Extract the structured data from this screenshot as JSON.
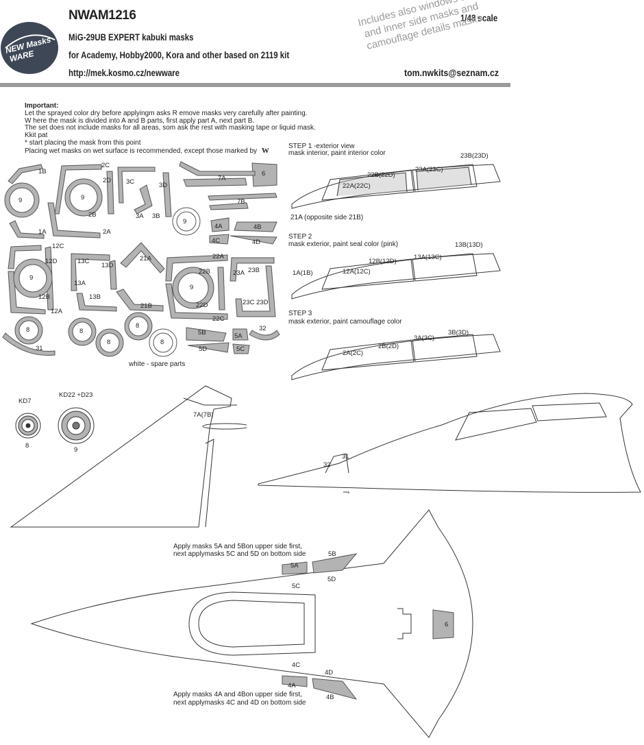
{
  "header": {
    "code": "NWAM1216",
    "title": "MiG-29UB EXPERT kabuki masks",
    "compat": "for Academy, Hobby2000, Kora and other based on 2119 kit",
    "url": "http://mek.kosmo.cz/newware",
    "scale": "1/48 scale",
    "email": "tom.nwkits@seznam.cz",
    "stamp_lines": [
      "Includes also windows seal",
      "and inner side masks and",
      "camouflage details masks"
    ],
    "logo_lines": [
      "NEW Masks",
      "WARE"
    ]
  },
  "notes": {
    "title": "Important:",
    "lines": [
      "Let the sprayed color dry before applyingm asks R emove masks very carefully after painting.",
      "W here the mask is divided into A and B parts, first apply part A, next part B.",
      "The set does not include masks for all areas, som ask the rest with masking tape or liquid mask.",
      "Kkit pat",
      "* start placing the mask from this point",
      "Placing wet masks on wet surface is recommended, except those marked by"
    ],
    "mark": "W"
  },
  "sheet": {
    "labels": [
      "1B",
      "2C",
      "2D",
      "3C",
      "3D",
      "6",
      "7A",
      "7B",
      "9",
      "9",
      "2B",
      "2A",
      "3A",
      "3B",
      "9",
      "4A",
      "4B",
      "4C",
      "4D",
      "1A",
      "12C",
      "12D",
      "13C",
      "13D",
      "21A",
      "22A",
      "22B",
      "23A",
      "23B",
      "9",
      "9",
      "12B",
      "13A",
      "13B",
      "21B",
      "22D",
      "23C",
      "23D",
      "12A",
      "22C",
      "32",
      "5B",
      "5A",
      "5D",
      "5C",
      "31",
      "8",
      "8",
      "8",
      "8",
      "8"
    ],
    "spare_caption": "white - spare parts"
  },
  "steps": [
    {
      "title": "STEP 1 -exterior view",
      "desc": "mask interior, paint interior color",
      "labels": [
        "23B(23D)",
        "22B(22D)",
        "23A(23C)",
        "22A(22C)"
      ],
      "note": "21A (opposite side 21B)"
    },
    {
      "title": "STEP 2",
      "desc": "mask exterior, paint seal color (pink)",
      "labels": [
        "13B(13D)",
        "12B(12D)",
        "13A(13C)",
        "1A(1B)",
        "12A(12C)"
      ]
    },
    {
      "title": "STEP 3",
      "desc": "mask exterior, paint camouflage color",
      "labels": [
        "3B(3D)",
        "2B(2D)",
        "3A(3C)",
        "2A(2C)"
      ]
    }
  ],
  "wheels": [
    {
      "name": "KD7",
      "num": "8"
    },
    {
      "name": "KD22 +D23",
      "num": "9"
    }
  ],
  "tail_label": "7A(7B)",
  "nose_labels": [
    "32",
    "31"
  ],
  "plan": {
    "upper_caption": [
      "Apply masks 5A and 5Bon upper side first,",
      "next applymasks 5C and 5D on bottom side"
    ],
    "lower_caption": [
      "Apply masks 4A and 4Bon upper side first,",
      "next applymasks 4C and 4D on bottom side"
    ],
    "labels": [
      "5B",
      "5A",
      "5C",
      "5D",
      "6",
      "4C",
      "4D",
      "4A",
      "4B"
    ]
  },
  "colors": {
    "mask_fill": "#b3b3b3",
    "ink": "#333333",
    "stamp": "#9a9a9a",
    "logo_bg": "#3e4755"
  }
}
